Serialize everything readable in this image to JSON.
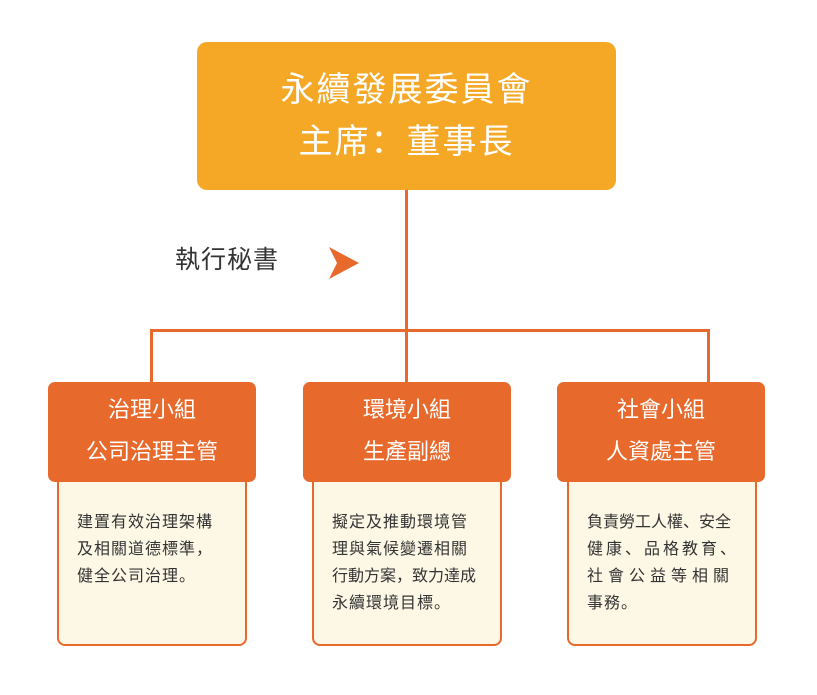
{
  "committee": {
    "title": "永續發展委員會",
    "chair": "主席：董事長"
  },
  "secretary": {
    "label": "執行秘書",
    "arrow_icon": "chevron-right-icon"
  },
  "groups": [
    {
      "name": "治理小組",
      "lead": "公司治理主管",
      "desc": [
        "建置有效治理架構",
        "及相關道德標準，",
        "健全公司治理。"
      ]
    },
    {
      "name": "環境小組",
      "lead": "生產副總",
      "desc": [
        "擬定及推動環境管",
        "理與氣候變遷相關",
        "行動方案，致力達成",
        "永續環境目標。"
      ]
    },
    {
      "name": "社會小組",
      "lead": "人資處主管",
      "desc": [
        "負責勞工人權、安全",
        "健康、品格教育、",
        "社會公益等相關",
        "事務。"
      ]
    }
  ],
  "colors": {
    "committee_fill": "#f4a825",
    "group_header_fill": "#e8692c",
    "group_body_fill": "#fdf8e6",
    "connector": "#e8692c"
  }
}
